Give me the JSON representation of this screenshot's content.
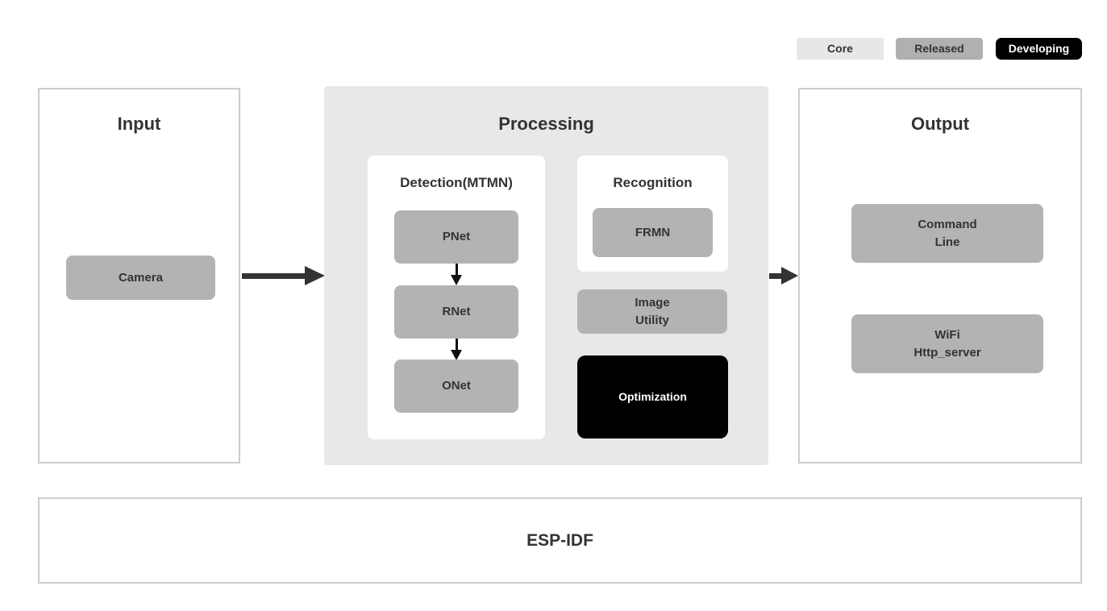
{
  "legend": {
    "items": [
      {
        "label": "Core",
        "color": "#e7e7e7"
      },
      {
        "label": "Released",
        "color": "#b0b0b0"
      },
      {
        "label": "Developing",
        "color": "#000000"
      }
    ]
  },
  "diagram": {
    "input": {
      "title": "Input",
      "camera": "Camera"
    },
    "processing": {
      "title": "Processing",
      "detection": {
        "title": "Detection(MTMN)",
        "nodes": [
          "PNet",
          "RNet",
          "ONet"
        ]
      },
      "recognition": {
        "title": "Recognition",
        "node": "FRMN"
      },
      "image_utility": "Image\nUtility",
      "optimization": "Optimization"
    },
    "output": {
      "title": "Output",
      "command_line": "Command\nLine",
      "wifi": "WiFi\nHttp_server"
    },
    "foundation": "ESP-IDF"
  },
  "colors": {
    "core": "#e7e7e7",
    "released": "#b3b3b3",
    "developing": "#000000",
    "processing_panel": "#e8e8e8",
    "section_border": "#cccccc",
    "text": "#333333",
    "arrow": "#333333"
  }
}
